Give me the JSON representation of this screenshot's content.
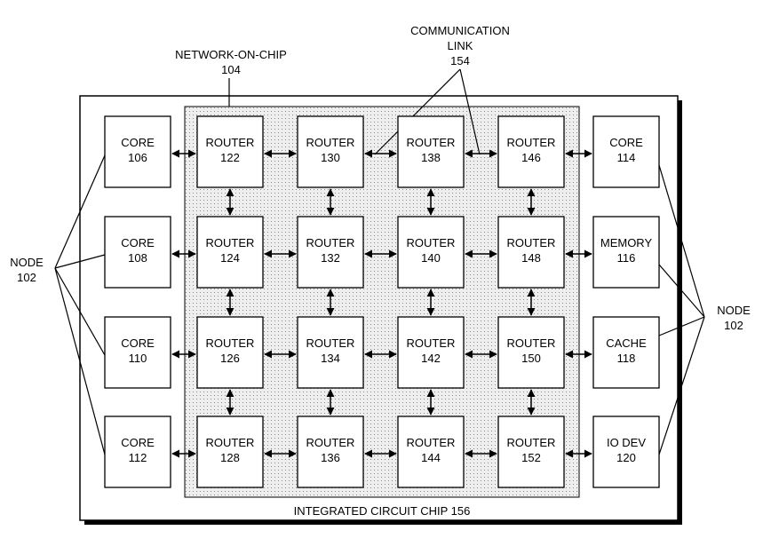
{
  "noc_label": {
    "line1": "NETWORK-ON-CHIP",
    "line2": "104"
  },
  "link_label": {
    "line1": "COMMUNICATION",
    "line2": "LINK",
    "line3": "154"
  },
  "chip_label": "INTEGRATED CIRCUIT CHIP 156",
  "node_left": {
    "line1": "NODE",
    "line2": "102"
  },
  "node_right": {
    "line1": "NODE",
    "line2": "102"
  },
  "left_nodes": [
    {
      "line1": "CORE",
      "line2": "106"
    },
    {
      "line1": "CORE",
      "line2": "108"
    },
    {
      "line1": "CORE",
      "line2": "110"
    },
    {
      "line1": "CORE",
      "line2": "112"
    }
  ],
  "routers": [
    [
      {
        "line1": "ROUTER",
        "line2": "122"
      },
      {
        "line1": "ROUTER",
        "line2": "130"
      },
      {
        "line1": "ROUTER",
        "line2": "138"
      },
      {
        "line1": "ROUTER",
        "line2": "146"
      }
    ],
    [
      {
        "line1": "ROUTER",
        "line2": "124"
      },
      {
        "line1": "ROUTER",
        "line2": "132"
      },
      {
        "line1": "ROUTER",
        "line2": "140"
      },
      {
        "line1": "ROUTER",
        "line2": "148"
      }
    ],
    [
      {
        "line1": "ROUTER",
        "line2": "126"
      },
      {
        "line1": "ROUTER",
        "line2": "134"
      },
      {
        "line1": "ROUTER",
        "line2": "142"
      },
      {
        "line1": "ROUTER",
        "line2": "150"
      }
    ],
    [
      {
        "line1": "ROUTER",
        "line2": "128"
      },
      {
        "line1": "ROUTER",
        "line2": "136"
      },
      {
        "line1": "ROUTER",
        "line2": "144"
      },
      {
        "line1": "ROUTER",
        "line2": "152"
      }
    ]
  ],
  "right_nodes": [
    {
      "line1": "CORE",
      "line2": "114"
    },
    {
      "line1": "MEMORY",
      "line2": "116"
    },
    {
      "line1": "CACHE",
      "line2": "118"
    },
    {
      "line1": "IO DEV",
      "line2": "120"
    }
  ]
}
